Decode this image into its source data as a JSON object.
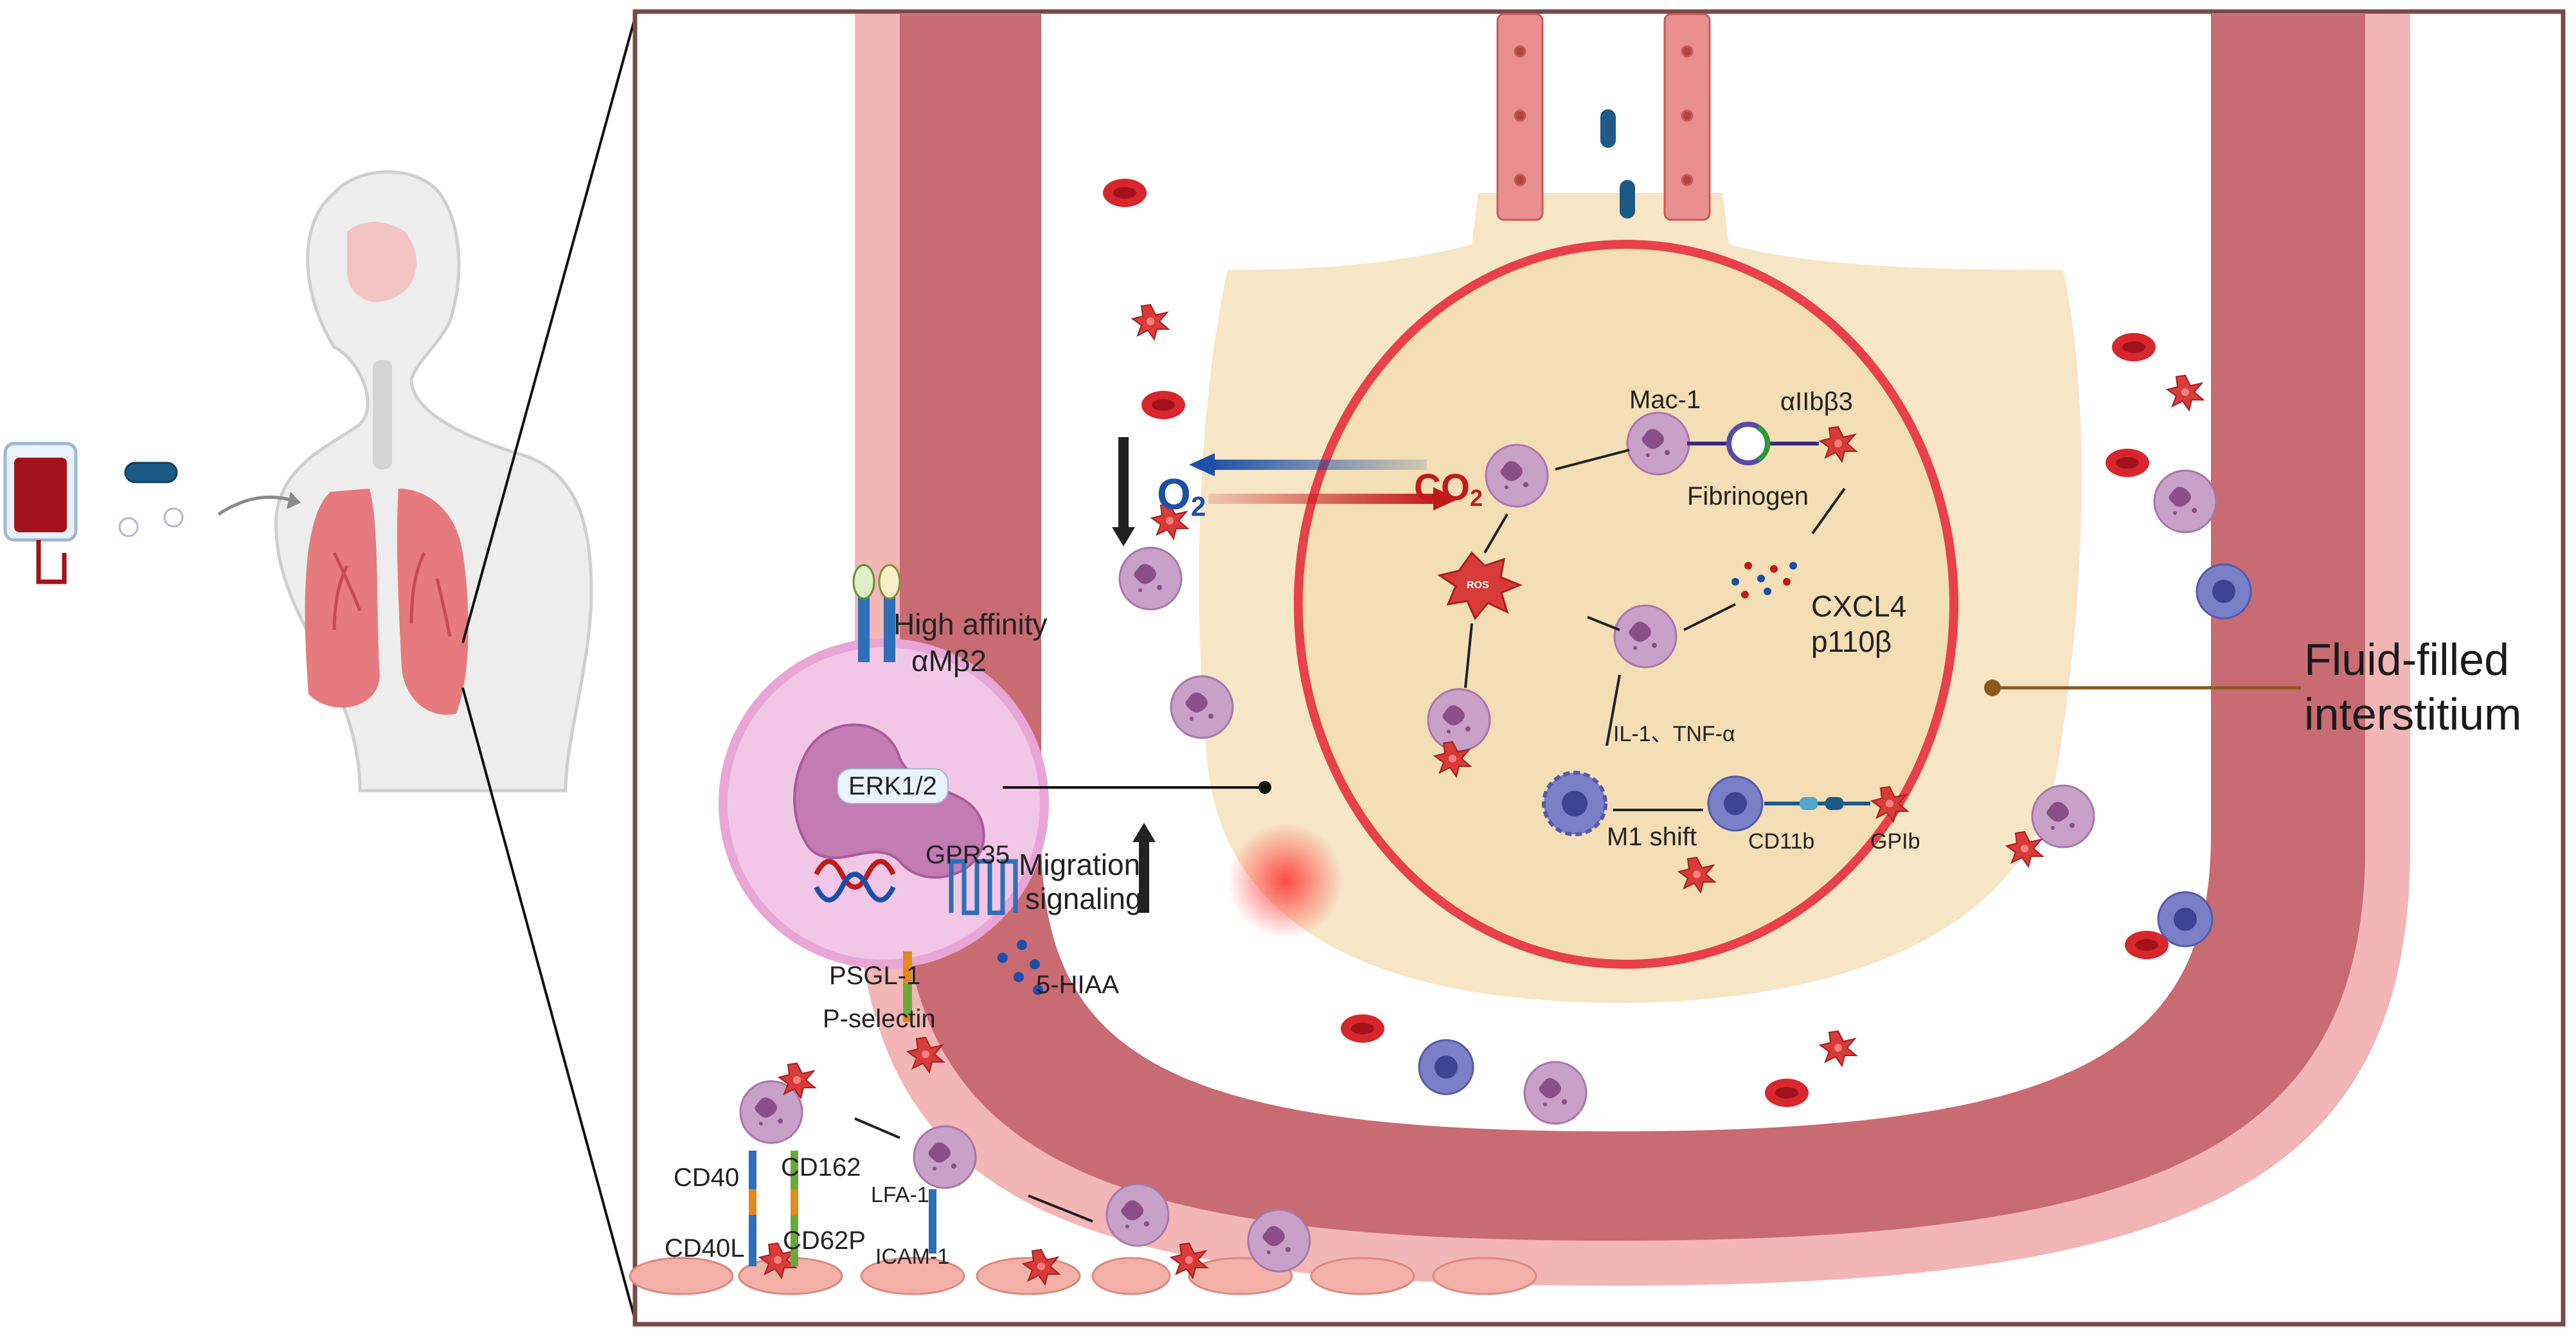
{
  "labels": {
    "high_affinity": "High affinity",
    "integrin_am_b2": "αMβ2",
    "erk": "ERK1/2",
    "gpr35": "GPR35",
    "migration": "Migration",
    "signaling": "signaling",
    "hiaa": "5-HIAA",
    "psgl1": "PSGL-1",
    "p_selectin": "P-selectin",
    "cd40": "CD40",
    "cd162": "CD162",
    "cd40l": "CD40L",
    "cd62p": "CD62P",
    "lfa1": "LFA-1",
    "icam1": "ICAM-1",
    "o2": "O",
    "o2_sub": "2",
    "co2": "CO",
    "co2_sub": "2",
    "mac1": "Mac-1",
    "aiib_b3": "αIIbβ3",
    "fibrinogen": "Fibrinogen",
    "ros": "ROS",
    "cxcl4": "CXCL4",
    "p110b": "p110β",
    "il1_tnf": "IL-1、TNF-α",
    "m1_shift": "M1 shift",
    "cd11b": "CD11b",
    "gpib": "GPIb",
    "fluid_filled": "Fluid-filled",
    "interstitium": "interstitium"
  },
  "colors": {
    "vessel_wall": "#f2b6b6",
    "vessel_lumen": "#c86b72",
    "alveolar_fluid": "#f6e6c6",
    "endothelium": "#e8414b",
    "neutrophil": "#c9a0c8",
    "platelet": "#d93a3a",
    "o2_arrow": "#1d4fa8",
    "co2_arrow": "#c21a1a",
    "panel_border": "#7a4a4a",
    "pointer_line": "#8a5a1e"
  }
}
